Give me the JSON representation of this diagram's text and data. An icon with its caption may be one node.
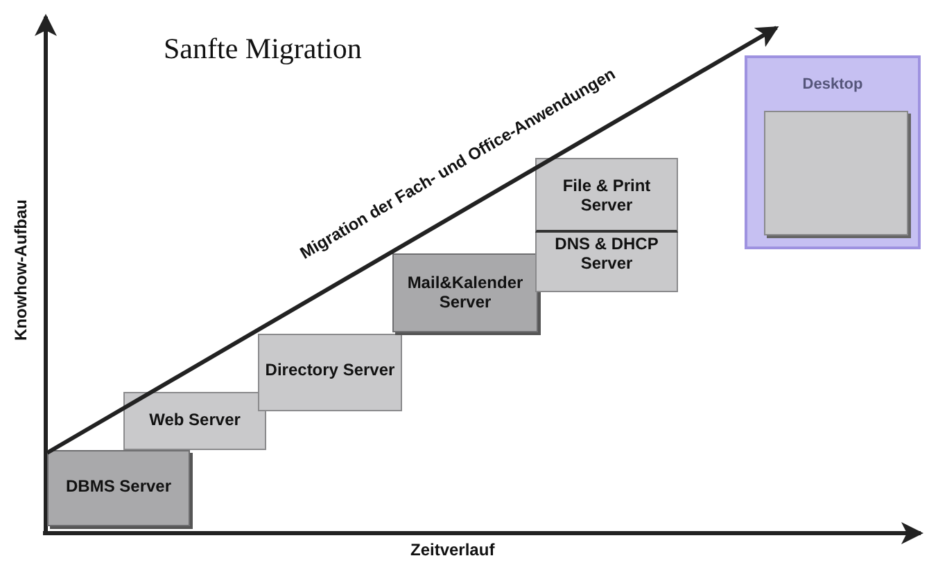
{
  "diagram": {
    "title": "Sanfte Migration",
    "nodes": [
      {
        "text": [
          "DBMS Server"
        ]
      },
      {
        "text": [
          "Web Server"
        ]
      },
      {
        "text": [
          "Directory Server"
        ]
      },
      {
        "text": [
          "Mail&Kalender Server"
        ]
      },
      {
        "text": [
          "File & Print Server"
        ]
      },
      {
        "text": [
          "DNS & DHCP Server"
        ]
      },
      {
        "text": [
          "Desktop"
        ]
      },
      {
        "text": [],
        "shape": "box",
        "in": 6
      }
    ],
    "labels": [
      "Migration der Fach- und Office-Anwendungen",
      "Knowhow-Aufbau",
      "Zeitverlauf"
    ]
  }
}
